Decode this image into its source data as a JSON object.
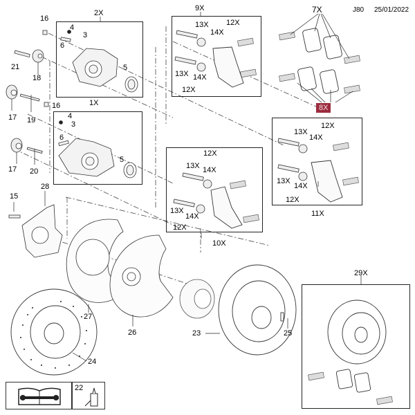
{
  "header": {
    "code": "J80",
    "date": "25/01/2022"
  },
  "groups": {
    "g2x": "2X",
    "g1x": "1X",
    "g9x": "9X",
    "g10x": "10X",
    "g11x": "11X",
    "g7x": "7X",
    "g8x": "8X",
    "g29x": "29X"
  },
  "highlight_color": "#9b2c3e",
  "callouts": {
    "p16a": "16",
    "p4a": "4",
    "p3a": "3",
    "p6a": "6",
    "p5a": "5",
    "p21": "21",
    "p18": "18",
    "p17a": "17",
    "p19": "19",
    "p16b": "16",
    "p4b": "4",
    "p3b": "3",
    "p6b": "6",
    "p5b": "5",
    "p17b": "17",
    "p20": "20",
    "p28": "28",
    "p15": "15",
    "p27": "27",
    "p26": "26",
    "p24": "24",
    "p23": "23",
    "p25": "25",
    "k9_13a": "13X",
    "k9_12a": "12X",
    "k9_14a": "14X",
    "k9_13b": "13X",
    "k9_14b": "14X",
    "k9_12b": "12X",
    "k10_12a": "12X",
    "k10_13a": "13X",
    "k10_14a": "14X",
    "k10_13b": "13X",
    "k10_14b": "14X",
    "k10_12b": "12X",
    "k11_13a": "13X",
    "k11_12a": "12X",
    "k11_14a": "14X",
    "k11_13b": "13X",
    "k11_14b": "14X",
    "k11_12b": "12X"
  },
  "legend": {
    "manual_icon": "repair-manual-icon",
    "part_number": "22",
    "part_icon": "lubricant-bottle-icon"
  }
}
